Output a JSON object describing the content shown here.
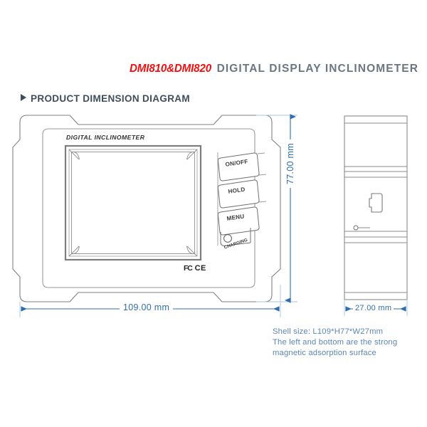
{
  "header": {
    "model": "DMI810&DMI820",
    "product_name": "DIGITAL DISPLAY INCLINOMETER",
    "model_color": "#ee1111",
    "product_name_color": "#6b7780"
  },
  "section": {
    "bullet_icon": "triangle-right-icon",
    "title": "PRODUCT DIMENSION DIAGRAM",
    "color": "#3f4e5c"
  },
  "device": {
    "brand_label": "DIGITAL INCLINOMETER",
    "buttons": [
      {
        "label": "ON/OFF"
      },
      {
        "label": "HOLD"
      },
      {
        "label": "MENU"
      }
    ],
    "indicator": {
      "label": "CHARGING",
      "icon": "led-circle-icon"
    },
    "certifications": [
      {
        "label": "FC"
      },
      {
        "label": "CE"
      }
    ]
  },
  "dimensions": {
    "width": "109.00 mm",
    "height": "77.00 mm",
    "depth": "27.00 mm",
    "line_color": "#2f6fae"
  },
  "notes": {
    "line1": "Shell size: L109*H77*W27mm",
    "line2": "The left and bottom are the strong",
    "line3": "magnetic adsorption surface",
    "color": "#5b86b8"
  }
}
